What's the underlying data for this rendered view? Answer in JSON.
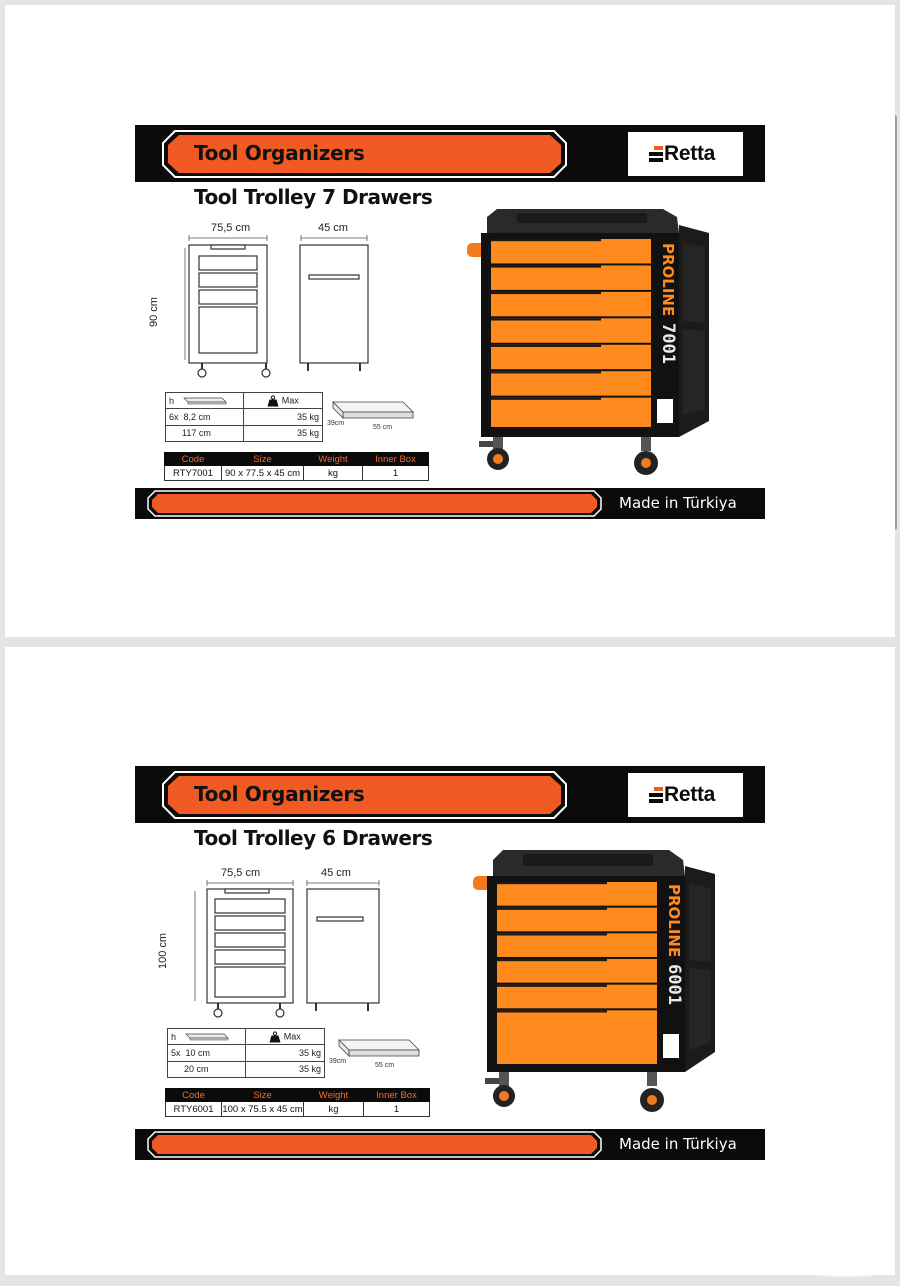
{
  "products": [
    {
      "banner_title": "Tool Organizers",
      "brand": "Retta",
      "title": "Tool Trolley 7 Drawers",
      "dims": {
        "width": "75,5 cm",
        "depth": "45 cm",
        "height": "90 cm"
      },
      "spec": {
        "header_h": "h",
        "header_max": "Max",
        "rows": [
          {
            "qty": "6x",
            "h": "8,2 cm",
            "max": "35 kg"
          },
          {
            "qty": "",
            "h": "117 cm",
            "max": "35 kg"
          }
        ],
        "tray_depth": "39cm",
        "tray_width": "55 cm"
      },
      "table": {
        "headers": [
          "Code",
          "Size",
          "Weight",
          "Inner Box"
        ],
        "row": [
          "RTY7001",
          "90 x 77.5 x 45 cm",
          "kg",
          "1"
        ]
      },
      "side_brand": "PROLINE",
      "model": "7001",
      "footer": "Made in Türkiya",
      "drawers": 7
    },
    {
      "banner_title": "Tool Organizers",
      "brand": "Retta",
      "title": "Tool Trolley 6 Drawers",
      "dims": {
        "width": "75,5 cm",
        "depth": "45 cm",
        "height": "100 cm"
      },
      "spec": {
        "header_h": "h",
        "header_max": "Max",
        "rows": [
          {
            "qty": "5x",
            "h": "10 cm",
            "max": "35 kg"
          },
          {
            "qty": "",
            "h": "20 cm",
            "max": "35 kg"
          }
        ],
        "tray_depth": "39cm",
        "tray_width": "55 cm"
      },
      "table": {
        "headers": [
          "Code",
          "Size",
          "Weight",
          "Inner Box"
        ],
        "row": [
          "RTY6001",
          "100 x 75.5 x 45 cm",
          "kg",
          "1"
        ]
      },
      "side_brand": "PROLINE",
      "model": "6001",
      "footer": "Made in Türkiya",
      "drawers": 6
    }
  ],
  "colors": {
    "accent": "#f15a22",
    "drawer": "#ff8a1e",
    "dark": "#0b0b0b"
  }
}
